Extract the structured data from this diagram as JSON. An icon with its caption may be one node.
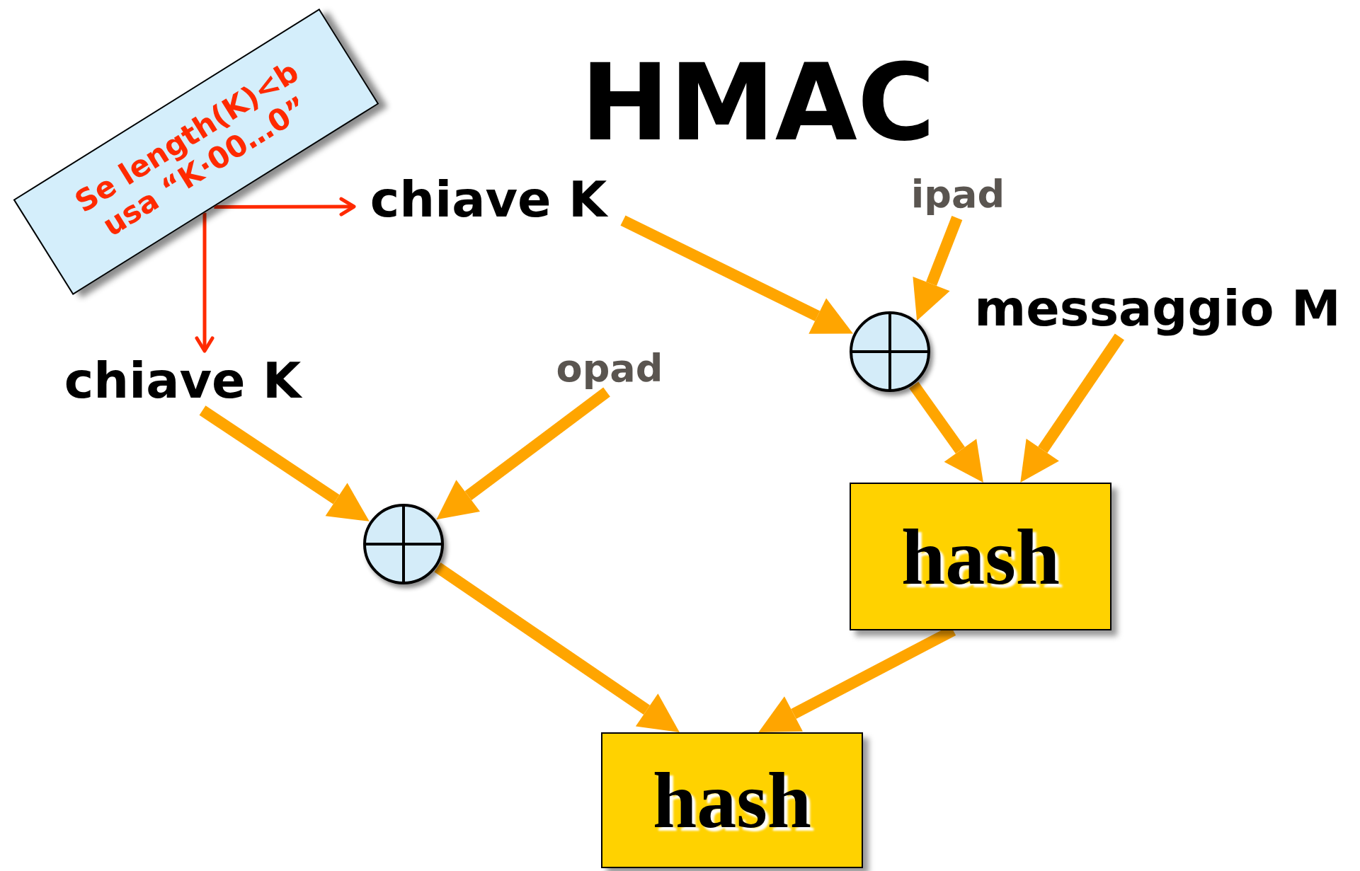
{
  "diagram": {
    "title": "HMAC",
    "nodes": [
      {
        "text": [
          "Se length(K)<b usa “K·00…0”"
        ]
      },
      {
        "text": [
          "chiave K"
        ]
      },
      {
        "text": [
          "chiave K"
        ]
      },
      {
        "text": [
          "ipad"
        ]
      },
      {
        "text": [
          "messaggio M"
        ]
      },
      {
        "text": [
          "opad"
        ]
      },
      {
        "text": [],
        "shape": "circle"
      },
      {
        "text": [],
        "shape": "circle"
      },
      {
        "text": [
          "hash"
        ]
      },
      {
        "text": [
          "hash"
        ]
      }
    ],
    "edges": [
      {
        "from": 0,
        "to": 1,
        "arrow": "to",
        "color": "#ff2a00"
      },
      {
        "from": 0,
        "to": 2,
        "arrow": "to",
        "color": "#ff2a00"
      },
      {
        "from": 1,
        "to": 6,
        "arrow": "to"
      },
      {
        "from": 3,
        "to": 6,
        "arrow": "to"
      },
      {
        "from": 6,
        "to": 8,
        "arrow": "to"
      },
      {
        "from": 4,
        "to": 8,
        "arrow": "to"
      },
      {
        "from": 2,
        "to": 7,
        "arrow": "to"
      },
      {
        "from": 5,
        "to": 7,
        "arrow": "to"
      },
      {
        "from": 7,
        "to": 9,
        "arrow": "to"
      },
      {
        "from": 8,
        "to": 9,
        "arrow": "to"
      }
    ]
  }
}
